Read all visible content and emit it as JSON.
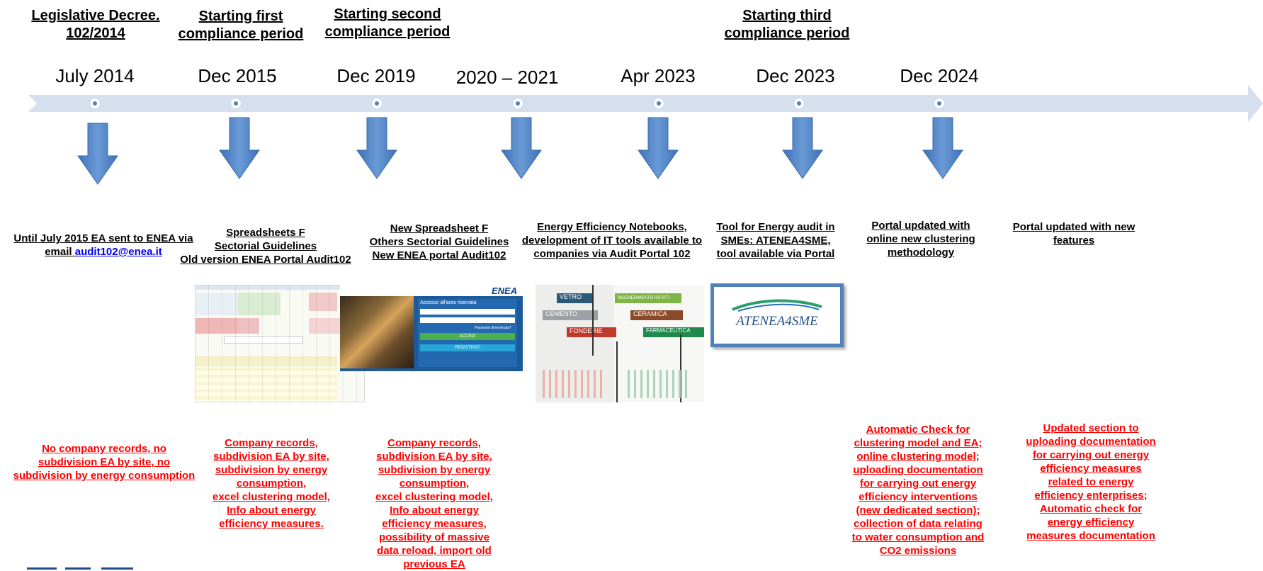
{
  "timeline": {
    "milestones": [
      {
        "title": "Legislative Decree.\n102/2014",
        "date": "July 2014",
        "desc_prefix": "Until July 2015 EA sent to ENEA via\nemail ",
        "desc_link": "audit102@enea.it",
        "details": "No company records, no\nsubdivision EA by site, no\nsubdivision by energy consumption"
      },
      {
        "title": "Starting first\ncompliance period",
        "date": "Dec 2015",
        "desc": "Spreadsheets F\nSectorial Guidelines\nOld version ENEA Portal Audit102",
        "details": "Company records,\nsubdivision EA by site,\nsubdivision by energy\nconsumption,\nexcel clustering model,\nInfo about energy\nefficiency measures."
      },
      {
        "title": "Starting second\ncompliance period",
        "date": "Dec 2019",
        "desc": "New Spreadsheet F\nOthers Sectorial Guidelines\nNew ENEA portal Audit102",
        "details": "Company records,\nsubdivision EA by site,\nsubdivision by energy\nconsumption,\nexcel clustering model,\nInfo about energy\nefficiency measures,\npossibility of massive\ndata reload, import old\nprevious EA"
      },
      {
        "title": "",
        "date": "2020 – 2021",
        "desc": "Energy Efficiency Notebooks,\ndevelopment of IT tools available to\ncompanies via Audit Portal 102",
        "details": ""
      },
      {
        "title": "",
        "date": "Apr 2023",
        "desc": "Tool for Energy audit in\nSMEs: ATENEA4SME,\ntool available via Portal",
        "details": ""
      },
      {
        "title": "Starting third\ncompliance period",
        "date": "Dec 2023",
        "desc": "Portal updated with\nonline new clustering\nmethodology",
        "details": "Automatic Check for\nclustering model and EA;\nonline clustering model;\nuploading documentation\nfor carrying out energy\nefficiency interventions\n(new dedicated section);\ncollection of data relating\nto water consumption and\nCO2 emissions"
      },
      {
        "title": "",
        "date": "Dec 2024",
        "desc": "Portal updated with new\nfeatures",
        "details": "Updated section to\nuploading documentation\nfor carrying out energy\nefficiency measures\nrelated to energy\nefficiency enterprises;\nAutomatic check for\nenergy efficiency\nmeasures documentation"
      }
    ]
  },
  "screens": {
    "portal_login_title": "Accesso all'area riservata",
    "portal_login_btn": "ACCEDI",
    "portal_register_btn": "REGISTRATI",
    "portal_forgot": "Password dimenticata?",
    "enea_logo": "ENEA",
    "notebook_labels": [
      "VETRO",
      "CEMENTO",
      "FONDERIE",
      "INCENERIMENTO RIFIUTI",
      "CERAMICA",
      "FARMACEUTICA"
    ],
    "atenea_logo": "ATENEA4SME"
  },
  "colors": {
    "timeline_bar": "#d6dfee",
    "arrow_fill": "#4f81bd",
    "detail_text": "#ff0000",
    "link": "#0000ee"
  }
}
